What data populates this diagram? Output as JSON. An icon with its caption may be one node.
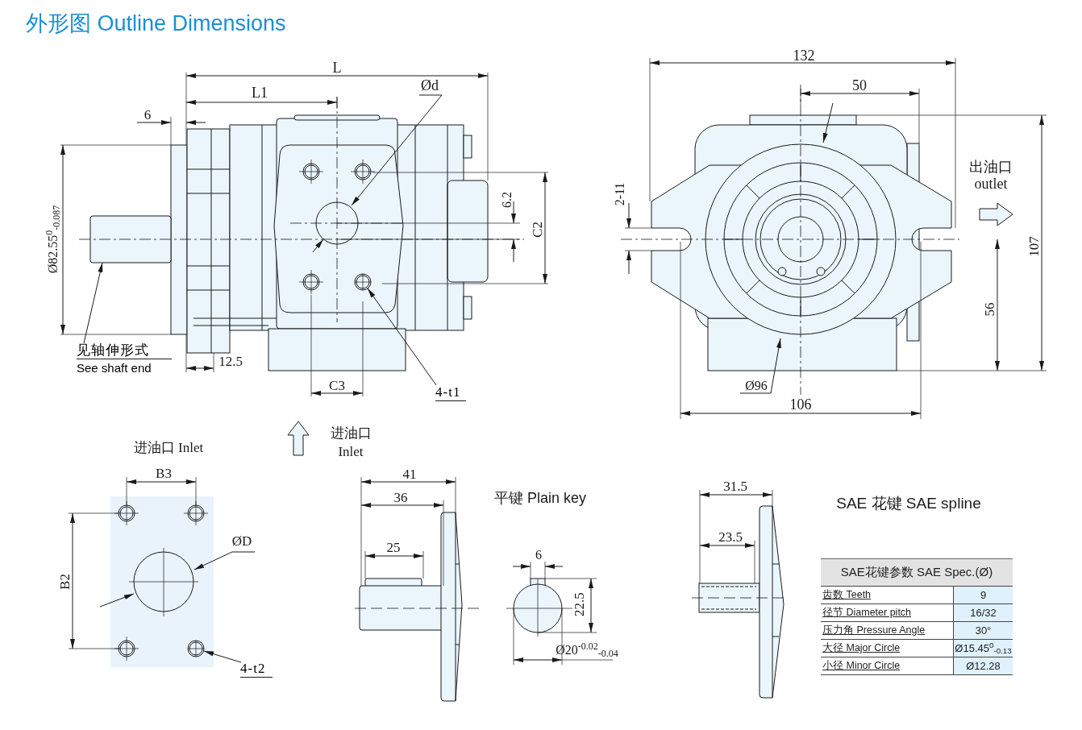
{
  "diagram": {
    "title": "外形图 Outline Dimensions",
    "nodes": [
      {
        "text": [
          "见轴伸形式",
          "See shaft end"
        ]
      },
      {
        "text": [],
        "shape": "box"
      },
      {
        "text": [
          "4-t1"
        ]
      },
      {
        "text": [],
        "shape": "circle"
      },
      {
        "text": [
          "4-t2"
        ]
      },
      {
        "text": [],
        "shape": "circle"
      }
    ],
    "edges": [
      {
        "from": 0,
        "to": 1,
        "arrow": "to"
      },
      {
        "from": 2,
        "to": 3,
        "arrow": "to"
      },
      {
        "from": 4,
        "to": 5,
        "arrow": "to"
      }
    ],
    "labels": [
      "L",
      "L1",
      "6",
      "Ød",
      "Ø82.55$^{0}$$_{-0.087}$",
      "6.2",
      "C2",
      "12.5",
      "C3",
      "132",
      "50",
      "2-11",
      "出油口",
      "outlet",
      "107",
      "56",
      "Ø96",
      "106",
      "进油口",
      "Inlet",
      "进油口 Inlet",
      "B3",
      "B2",
      "ØD",
      "41",
      "36",
      "25",
      "平键 Plain key",
      "6",
      "22.5",
      "Ø20$^{-0.02}$$_{-0.04}$",
      "31.5",
      "23.5",
      "SAE 花键 SAE spline",
      "SAE花键参数 SAE Spec.(Ø)",
      "齿数 Teeth",
      "9",
      "径节 Diameter pitch",
      "16/32",
      "压力角 Pressure Angle",
      "30°",
      "大径 Major Circle",
      "Ø15.45$^{0}$$_{-0.13}$",
      "小径 Minor Circle",
      "Ø12.28"
    ]
  }
}
